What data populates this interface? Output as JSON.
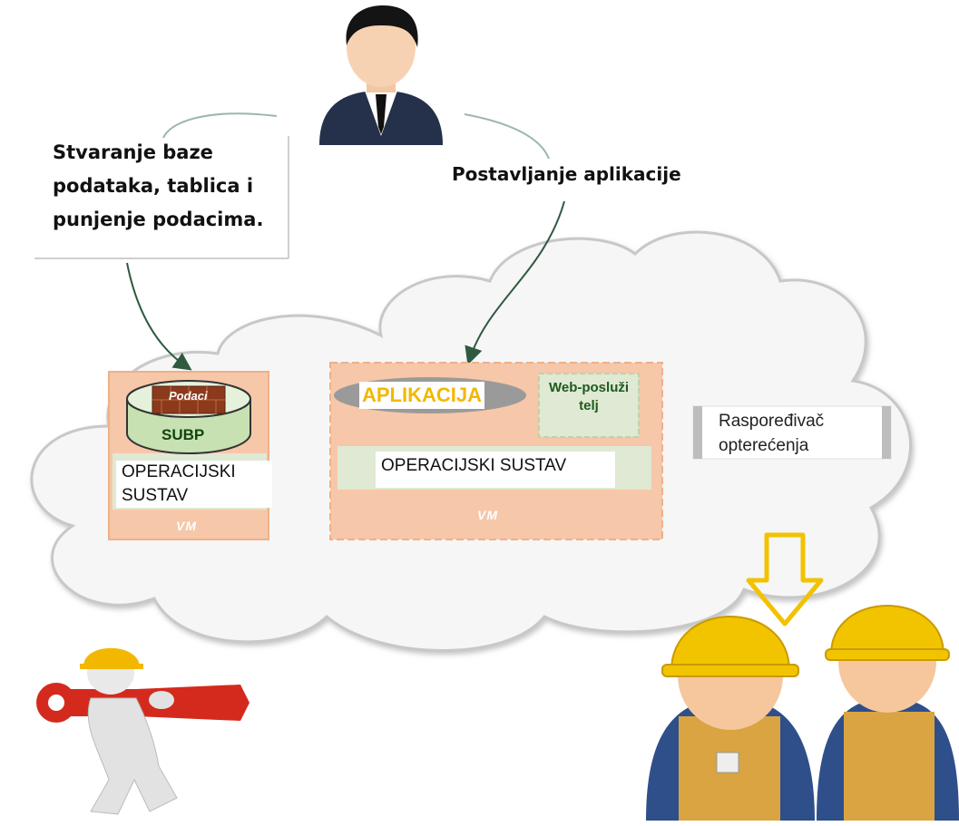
{
  "captions": {
    "create_db": "Stvaranje baze podataka, tablica i punjenje podacima.",
    "deploy_app": "Postavljanje aplikacije"
  },
  "vm_left": {
    "data_label": "Podaci",
    "dbms_label": "SUBP",
    "os_label": "OPERACIJSKI SUSTAV",
    "vm_label": "VM"
  },
  "vm_right": {
    "app_label": "APLIKACIJA",
    "web_server_label": "Web-posluži telj",
    "os_label": "OPERACIJSKI SUSTAV",
    "vm_label": "VM"
  },
  "load_balancer": {
    "label": "Raspoređivač opterećenja"
  },
  "colors": {
    "vm_fill": "#f6c7a8",
    "app_text": "#f2b800",
    "arrow_yellow": "#f2c200",
    "green_box": "#d5e8c8"
  },
  "icons": [
    "businessman-icon",
    "repairman-icon",
    "workers-icon",
    "down-arrow-icon",
    "database-icon"
  ]
}
